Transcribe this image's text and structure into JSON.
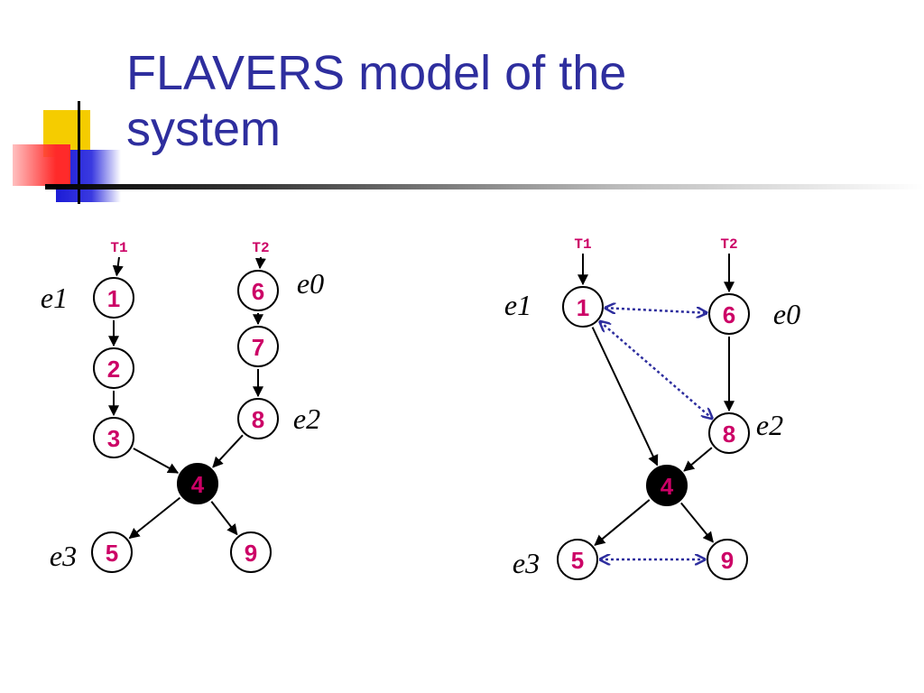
{
  "title": {
    "line1": "FLAVERS model of the",
    "line2": "system"
  },
  "colors": {
    "title": "#2e2e9e",
    "node_label": "#cc0066",
    "dotted_edge": "#2e2e9e"
  },
  "diagrams": [
    {
      "id": "left",
      "threads": [
        {
          "id": "T1",
          "label": "T1"
        },
        {
          "id": "T2",
          "label": "T2"
        }
      ],
      "nodes": [
        {
          "id": "1",
          "label": "1"
        },
        {
          "id": "2",
          "label": "2"
        },
        {
          "id": "3",
          "label": "3"
        },
        {
          "id": "6",
          "label": "6"
        },
        {
          "id": "7",
          "label": "7"
        },
        {
          "id": "8",
          "label": "8"
        },
        {
          "id": "4",
          "label": "4",
          "dark": true
        },
        {
          "id": "5",
          "label": "5"
        },
        {
          "id": "9",
          "label": "9"
        }
      ],
      "events": [
        {
          "id": "e1",
          "label": "e1"
        },
        {
          "id": "e0",
          "label": "e0"
        },
        {
          "id": "e2",
          "label": "e2"
        },
        {
          "id": "e3",
          "label": "e3"
        }
      ],
      "edges": [
        {
          "from": "T1",
          "to": "1"
        },
        {
          "from": "1",
          "to": "2"
        },
        {
          "from": "2",
          "to": "3"
        },
        {
          "from": "3",
          "to": "4"
        },
        {
          "from": "T2",
          "to": "6"
        },
        {
          "from": "6",
          "to": "7"
        },
        {
          "from": "7",
          "to": "8"
        },
        {
          "from": "8",
          "to": "4"
        },
        {
          "from": "4",
          "to": "5"
        },
        {
          "from": "4",
          "to": "9"
        }
      ],
      "dotted_edges": []
    },
    {
      "id": "right",
      "threads": [
        {
          "id": "T1",
          "label": "T1"
        },
        {
          "id": "T2",
          "label": "T2"
        }
      ],
      "nodes": [
        {
          "id": "1",
          "label": "1"
        },
        {
          "id": "6",
          "label": "6"
        },
        {
          "id": "8",
          "label": "8"
        },
        {
          "id": "4",
          "label": "4",
          "dark": true
        },
        {
          "id": "5",
          "label": "5"
        },
        {
          "id": "9",
          "label": "9"
        }
      ],
      "events": [
        {
          "id": "e1",
          "label": "e1"
        },
        {
          "id": "e0",
          "label": "e0"
        },
        {
          "id": "e2",
          "label": "e2"
        },
        {
          "id": "e3",
          "label": "e3"
        }
      ],
      "edges": [
        {
          "from": "T1",
          "to": "1"
        },
        {
          "from": "T2",
          "to": "6"
        },
        {
          "from": "6",
          "to": "8"
        },
        {
          "from": "1",
          "to": "4"
        },
        {
          "from": "8",
          "to": "4"
        },
        {
          "from": "4",
          "to": "5"
        },
        {
          "from": "4",
          "to": "9"
        }
      ],
      "dotted_edges": [
        {
          "from": "1",
          "to": "6",
          "bidirectional": true
        },
        {
          "from": "1",
          "to": "8",
          "bidirectional": true
        },
        {
          "from": "5",
          "to": "9",
          "bidirectional": true
        }
      ]
    }
  ]
}
